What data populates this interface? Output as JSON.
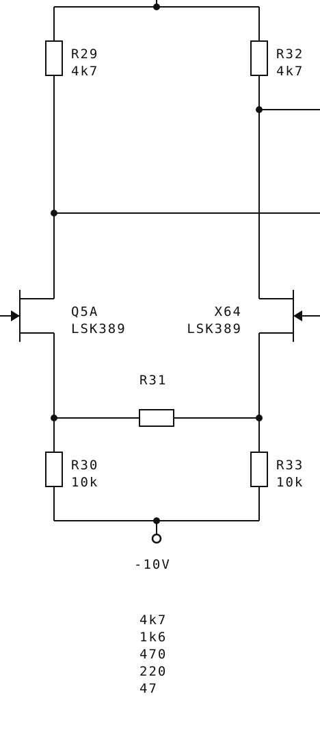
{
  "schematic": {
    "r29": {
      "ref": "R29",
      "value": "4k7"
    },
    "r32": {
      "ref": "R32",
      "value": "4k7"
    },
    "r31": {
      "ref": "R31"
    },
    "r30": {
      "ref": "R30",
      "value": "10k"
    },
    "r33": {
      "ref": "R33",
      "value": "10k"
    },
    "q_left": {
      "ref": "Q5A",
      "part": "LSK389"
    },
    "q_right": {
      "ref": "X64",
      "part": "LSK389"
    },
    "supply": {
      "label": "-10V"
    },
    "value_list": [
      "4k7",
      "1k6",
      "470",
      "220",
      "47"
    ]
  }
}
